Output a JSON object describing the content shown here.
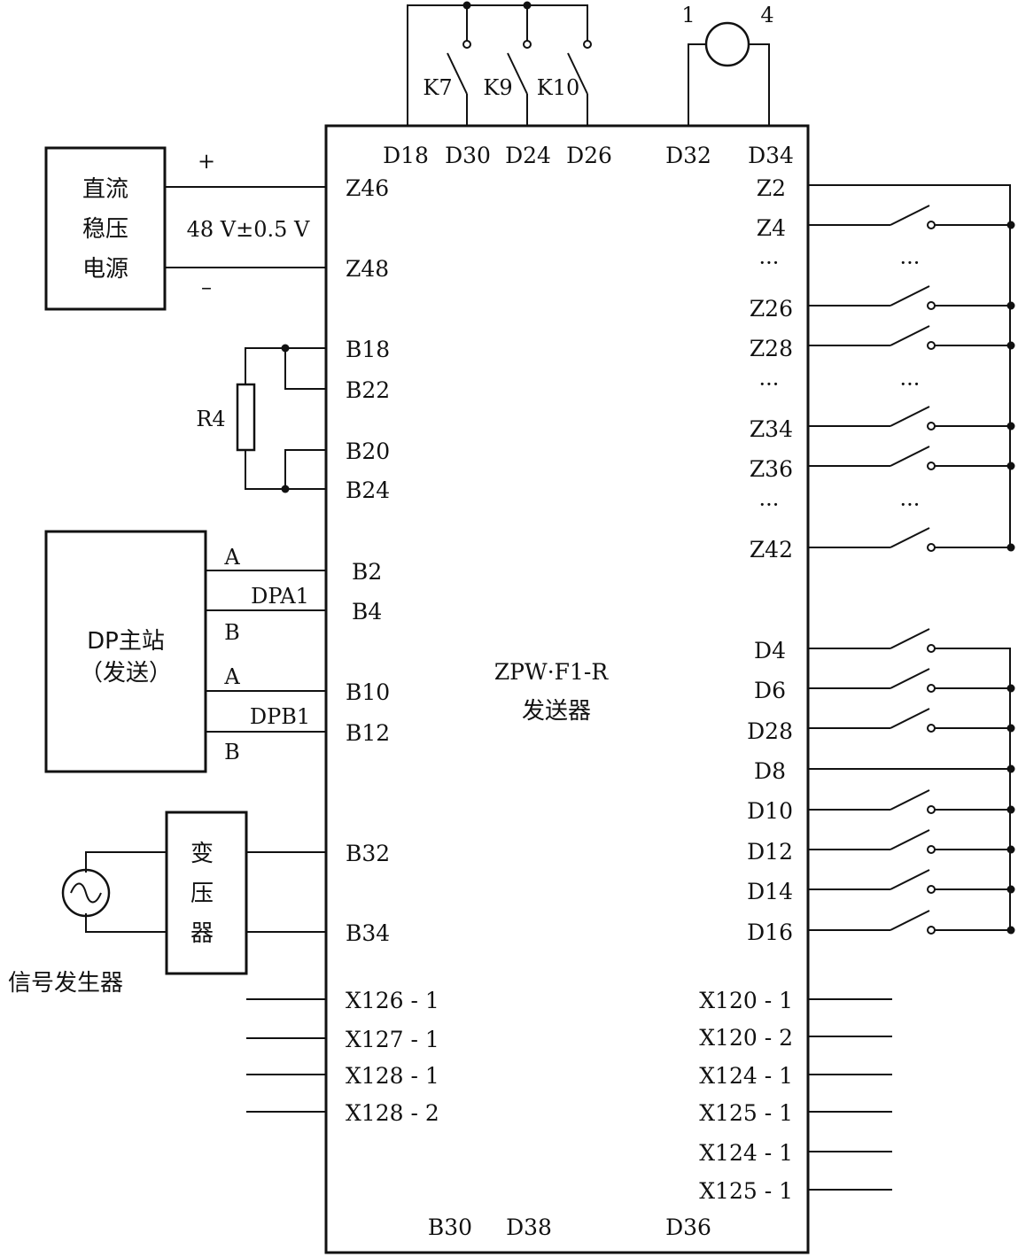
{
  "main_unit": {
    "line1": "ZPW·F1-R",
    "line2": "发送器"
  },
  "top_pins": [
    "D18",
    "D30",
    "D24",
    "D26",
    "D32",
    "D34"
  ],
  "bottom_pins": [
    "B30",
    "D38",
    "D36"
  ],
  "switches_top": [
    "K7",
    "K9",
    "K10"
  ],
  "coil_terminals": [
    "1",
    "4"
  ],
  "power_supply": {
    "lines": [
      "直流",
      "稳压",
      "电源"
    ],
    "plus": "+",
    "minus": "–",
    "voltage": "48 V±0.5 V",
    "pins": [
      "Z46",
      "Z48"
    ]
  },
  "resistor": {
    "label": "R4",
    "pins": [
      "B18",
      "B22",
      "B20",
      "B24"
    ]
  },
  "dp_master": {
    "lines": [
      "DP主站",
      "（发送）"
    ],
    "wires": [
      "A",
      "B",
      "A",
      "B"
    ],
    "buses": [
      "DPA1",
      "DPB1"
    ],
    "pins": [
      "B2",
      "B4",
      "B10",
      "B12"
    ]
  },
  "transformer": {
    "chars": [
      "变",
      "压",
      "器"
    ],
    "pins": [
      "B32",
      "B34"
    ]
  },
  "signal_generator": {
    "label": "信号发生器"
  },
  "left_x_pins": [
    "X126 - 1",
    "X127 - 1",
    "X128 - 1",
    "X128 - 2"
  ],
  "right_x_pins": [
    "X120 - 1",
    "X120 - 2",
    "X124 - 1",
    "X125 - 1",
    "X124 - 1",
    "X125 - 1"
  ],
  "right_z_pins": [
    "Z2",
    "Z4",
    "···",
    "Z26",
    "Z28",
    "···",
    "Z34",
    "Z36",
    "···",
    "Z42"
  ],
  "right_d_pins": [
    "D4",
    "D6",
    "D28",
    "D8",
    "D10",
    "D12",
    "D14",
    "D16"
  ],
  "ellipsis": "···"
}
